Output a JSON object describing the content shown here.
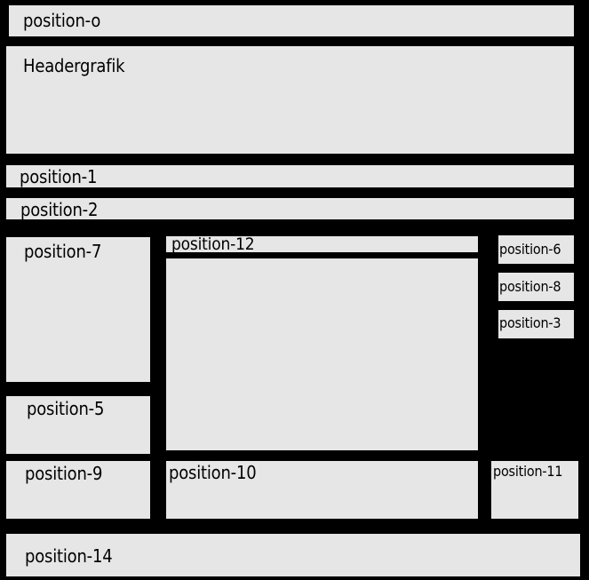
{
  "layout": {
    "position_o": "position-o",
    "headergrafik": "Headergrafik",
    "position_1": "position-1",
    "position_2": "position-2",
    "position_7": "position-7",
    "position_12": "position-12",
    "position_6": "position-6",
    "position_8": "position-8",
    "position_3": "position-3",
    "position_5": "position-5",
    "position_9": "position-9",
    "position_10": "position-10",
    "position_11": "position-11",
    "position_14": "position-14"
  },
  "colors": {
    "background": "#000000",
    "box": "#e6e6e6",
    "text": "#000000"
  }
}
